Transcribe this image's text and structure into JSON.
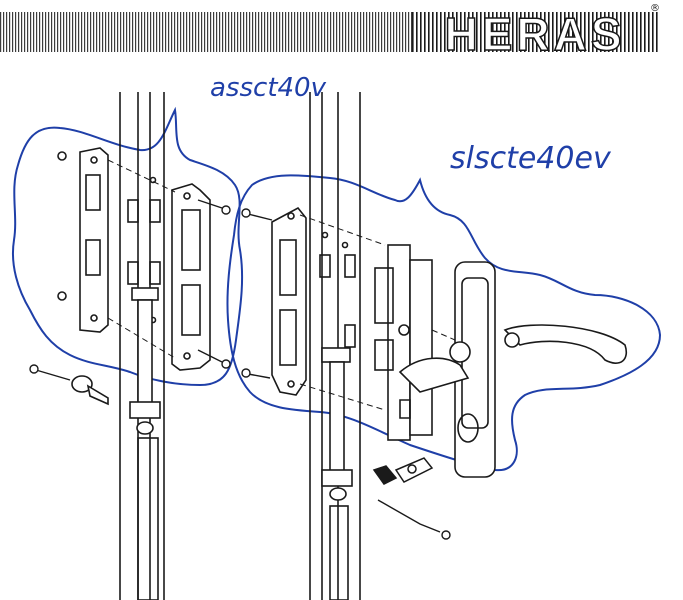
{
  "brand": {
    "name": "HERAS",
    "registered_mark": "®"
  },
  "annotations": [
    {
      "id": "left",
      "text": "assct40v"
    },
    {
      "id": "right",
      "text": "slscte40ev"
    }
  ],
  "colors": {
    "ink": "#1a1a1a",
    "annotation_pen": "#1f3fa8",
    "paper": "#ffffff"
  },
  "icons": [
    "logo-barcode-stripes",
    "lock-case",
    "strike-plate",
    "lever-handle",
    "key",
    "euro-cylinder",
    "screw",
    "drop-bolt"
  ]
}
